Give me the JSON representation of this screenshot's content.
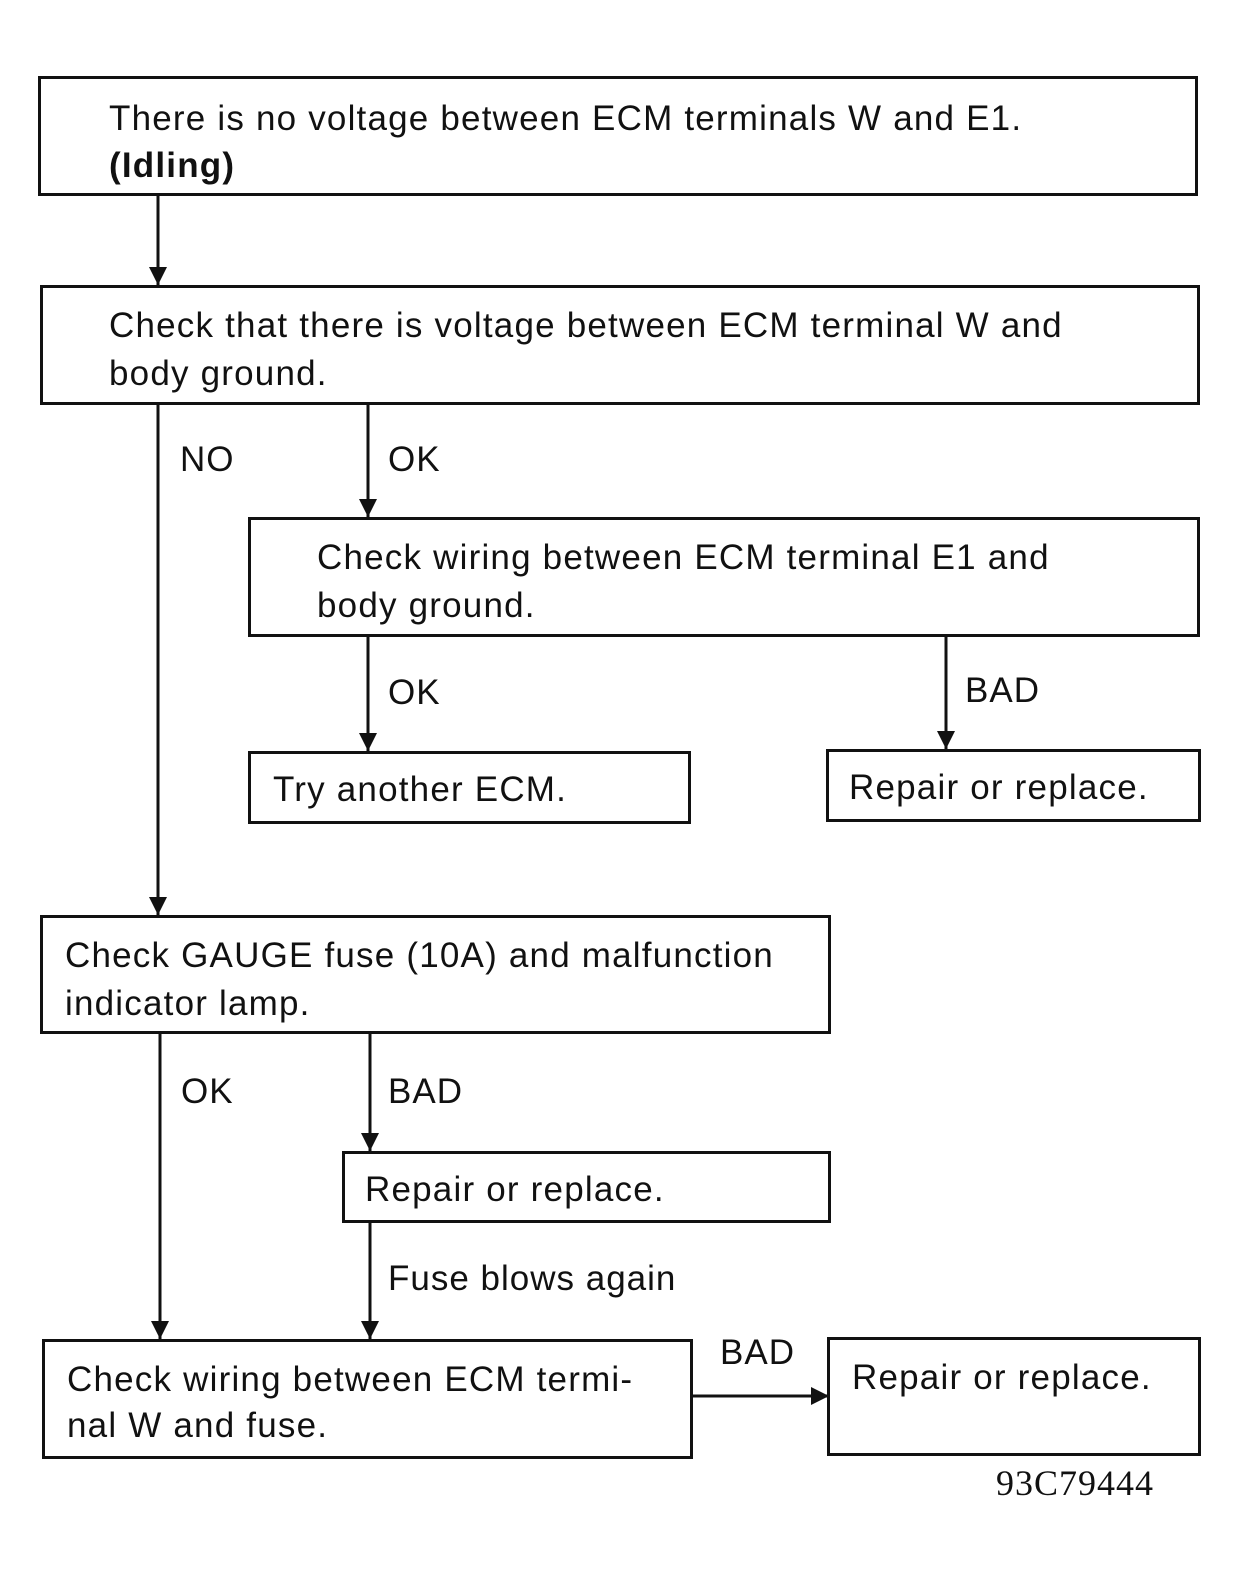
{
  "steps": {
    "no_voltage": {
      "line1": "There is no voltage between ECM terminals W and E1.",
      "line2": "(Idling)"
    },
    "check_w_ground": {
      "line1": "Check that there is voltage between ECM terminal W and",
      "line2": "body ground."
    },
    "check_e1_wiring": {
      "line1": "Check wiring between ECM terminal E1 and",
      "line2": "body ground."
    },
    "try_another_ecm": {
      "line1": "Try another ECM."
    },
    "repair_right_top": {
      "line1": "Repair or replace."
    },
    "check_gauge_fuse": {
      "line1": "Check GAUGE fuse (10A) and malfunction",
      "line2": "indicator lamp."
    },
    "repair_fuse": {
      "line1": "Repair or replace."
    },
    "check_w_fuse_wiring": {
      "line1": "Check wiring between ECM termi-",
      "line2": "nal W and fuse."
    },
    "repair_bottom_right": {
      "line1": "Repair or replace."
    }
  },
  "labels": {
    "no": "NO",
    "ok_1": "OK",
    "ok_2": "OK",
    "bad_1": "BAD",
    "ok_3": "OK",
    "bad_2": "BAD",
    "fuse_blows_again": "Fuse blows again",
    "bad_3": "BAD"
  },
  "figure_code": "93C79444"
}
